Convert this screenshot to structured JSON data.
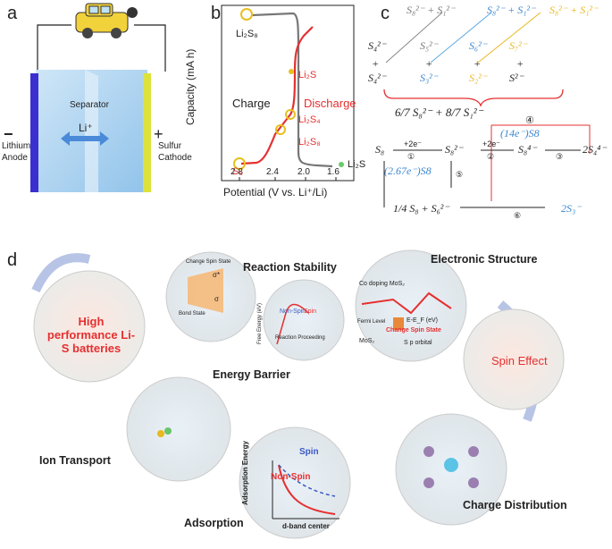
{
  "panel_a": {
    "letter": "a",
    "separator": "Separator",
    "li_ion": "Li⁺",
    "minus": "−",
    "plus": "+",
    "anode_line1": "Lithium",
    "anode_line2": "Anode",
    "cathode_line1": "Sulfur",
    "cathode_line2": "Cathode"
  },
  "panel_b": {
    "letter": "b",
    "ylabel": "Capacity (mA h)",
    "xlabel": "Potential (V vs. Li⁺/Li)",
    "xticks": [
      "2.8",
      "2.4",
      "2.0",
      "1.6"
    ],
    "charge": "Charge",
    "discharge": "Discharge",
    "li2s8_top": "Li₂S₈",
    "li2s_red": "Li₂S",
    "li2s4": "Li₂S₄",
    "li2s8_red": "Li₂S₈",
    "s8": "S₈",
    "li2s_bottom": "Li₂S"
  },
  "panel_c": {
    "letter": "c",
    "top_gray": "S₈²⁻ + S₁²⁻",
    "top_blue": "S₈²⁻ + S₁²⁻",
    "top_yellow": "S₈²⁻ + S₁²⁻",
    "s4": "S₄²⁻",
    "s5": "S₅²⁻",
    "s6": "S₆²⁻",
    "s7": "S₇²⁻",
    "s3": "S₃²⁻",
    "s2": "S₂²⁻",
    "s1": "S²⁻",
    "plus": "+",
    "frac_eq": "6/7 S₈²⁻ + 8/7 S₁²⁻",
    "n4": "④",
    "n5": "⑤",
    "n6": "⑥",
    "n1": "①",
    "n2": "②",
    "n3": "③",
    "c14": "(14e⁻)S8",
    "c267": "(2.67e⁻)S8",
    "s8_start": "S₈",
    "s8_2": "S₈²⁻",
    "s8_4": "S₈⁴⁻",
    "s4_end": "2S₄⁴⁻",
    "two_e": "+2e⁻",
    "bottom_eq": "1/4 S₈ + S₆²⁻",
    "s3_radical": "2S₃⁻"
  },
  "panel_d": {
    "letter": "d",
    "center": "High performance Li-S batteries",
    "reaction_stability": "Reaction Stability",
    "electronic_structure": "Electronic Structure",
    "energy_barrier": "Energy Barrier",
    "spin_effect": "Spin Effect",
    "ion_transport": "Ion Transport",
    "adsorption": "Adsorption",
    "charge_distribution": "Charge Distribution",
    "change_spin_state": "Change Spin State",
    "bond_state": "Bond State",
    "sigma": "σ",
    "sigma_star": "σ*",
    "free_energy": "Free Energy (eV)",
    "reaction_proceeding": "Reaction Proceeding",
    "non_spin": "Non-Spin",
    "spin": "Spin",
    "co_doping": "Co doping MoS₂",
    "e_ef": "E-E_F (eV)",
    "fermi_level": "Fermi Level",
    "change_spin_state2": "Change Spin State",
    "mos2": "MoS₂",
    "sp_orbital": "S p orbital",
    "adsorption_energy": "Adsorption Energy",
    "dband": "d-band center",
    "spin2": "Spin",
    "non_spin2": "Non-Spin"
  },
  "colors": {
    "red": "#e53030",
    "blue": "#3a86d0",
    "yellow": "#e8b820",
    "gray": "#888888"
  }
}
